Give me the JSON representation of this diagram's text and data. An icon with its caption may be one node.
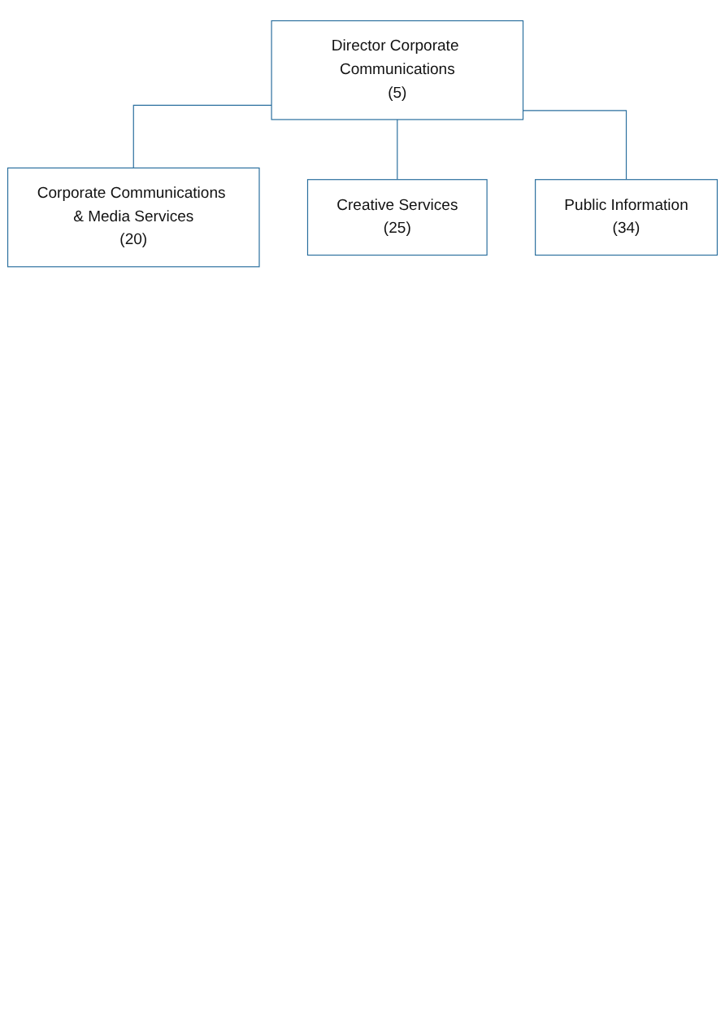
{
  "diagram": {
    "nodes": [
      {
        "text": [
          "Director Corporate Communications",
          "(5)"
        ]
      },
      {
        "text": [
          "Corporate Communications & Media Services",
          "(20)"
        ]
      },
      {
        "text": [
          "Creative Services",
          "(25)"
        ]
      },
      {
        "text": [
          "Public Information",
          "(34)"
        ]
      }
    ],
    "edges": [
      {
        "from": 0,
        "to": 1,
        "arrow": "none"
      },
      {
        "from": 0,
        "to": 2,
        "arrow": "none"
      },
      {
        "from": 0,
        "to": 3,
        "arrow": "none"
      }
    ]
  }
}
